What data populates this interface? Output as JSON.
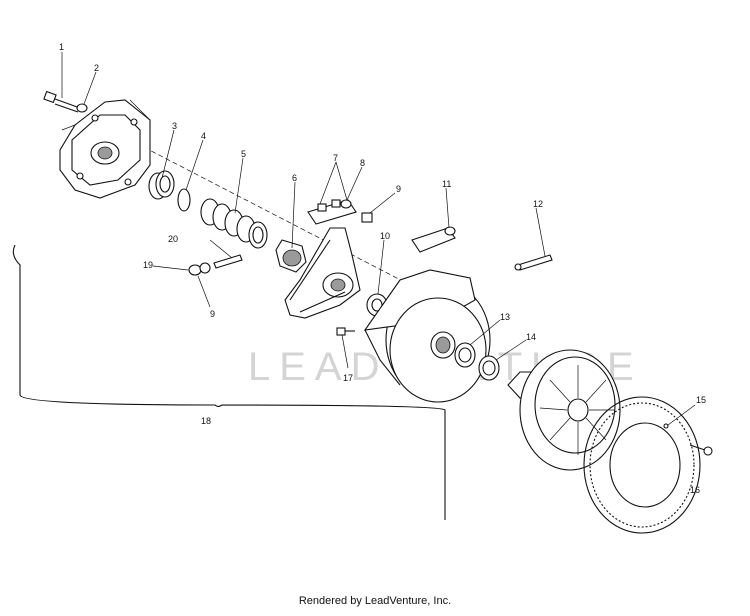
{
  "callouts": [
    "1",
    "2",
    "3",
    "4",
    "5",
    "6",
    "7",
    "8",
    "9",
    "9",
    "10",
    "11",
    "12",
    "13",
    "14",
    "15",
    "16",
    "17",
    "18",
    "19",
    "20"
  ],
  "watermark": "LEADVENTURE",
  "footer": "Rendered by LeadVenture, Inc."
}
